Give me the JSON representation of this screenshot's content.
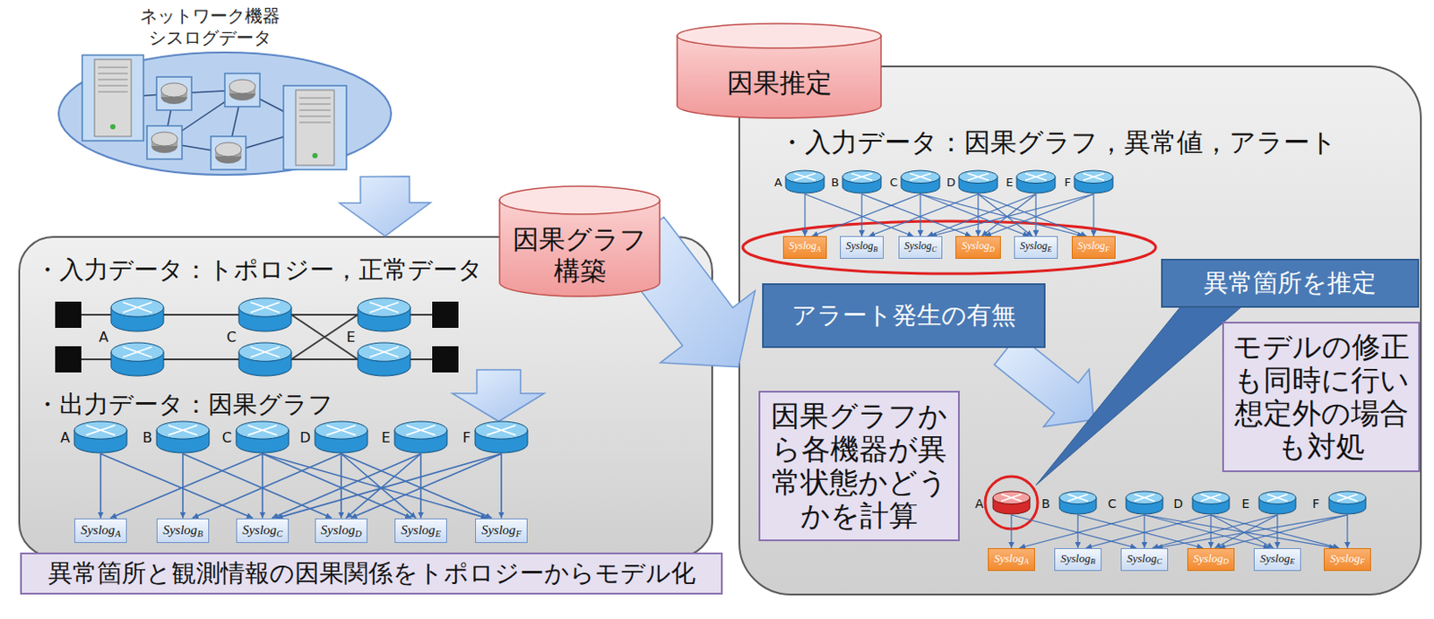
{
  "diagram": {
    "nodes": [
      {
        "text": [
          "ネットワーク機器 シスログデータ"
        ]
      },
      {
        "text": [
          "因果グラフ 構築"
        ]
      },
      {
        "text": [
          "・入力データ：トポロジー，正常データ",
          "・出力データ：因果グラフ"
        ]
      },
      {
        "text": [
          "A"
        ],
        "in": 2
      },
      {
        "text": [
          "B"
        ],
        "in": 2
      },
      {
        "text": [
          "C"
        ],
        "in": 2
      },
      {
        "text": [
          "D"
        ],
        "in": 2
      },
      {
        "text": [
          "E"
        ],
        "in": 2
      },
      {
        "text": [
          "F"
        ],
        "in": 2
      },
      {
        "text": [
          "Syslog",
          "A"
        ],
        "in": 2
      },
      {
        "text": [
          "Syslog",
          "B"
        ],
        "in": 2
      },
      {
        "text": [
          "Syslog",
          "C"
        ],
        "in": 2
      },
      {
        "text": [
          "Syslog",
          "D"
        ],
        "in": 2
      },
      {
        "text": [
          "Syslog",
          "E"
        ],
        "in": 2
      },
      {
        "text": [
          "Syslog",
          "F"
        ],
        "in": 2
      },
      {
        "text": [
          "異常箇所と観測情報の因果関係をトポロジーからモデル化"
        ]
      },
      {
        "text": [
          "因果推定"
        ]
      },
      {
        "text": [
          "・入力データ：因果グラフ，異常値，アラート"
        ]
      },
      {
        "text": [
          "A"
        ],
        "in": 17
      },
      {
        "text": [
          "B"
        ],
        "in": 17
      },
      {
        "text": [
          "C"
        ],
        "in": 17
      },
      {
        "text": [
          "D"
        ],
        "in": 17
      },
      {
        "text": [
          "E"
        ],
        "in": 17
      },
      {
        "text": [
          "F"
        ],
        "in": 17
      },
      {
        "text": [
          "Syslog",
          "A"
        ],
        "in": 17
      },
      {
        "text": [
          "Syslog",
          "B"
        ],
        "in": 17
      },
      {
        "text": [
          "Syslog",
          "C"
        ],
        "in": 17
      },
      {
        "text": [
          "Syslog",
          "D"
        ],
        "in": 17
      },
      {
        "text": [
          "Syslog",
          "E"
        ],
        "in": 17
      },
      {
        "text": [
          "Syslog",
          "F"
        ],
        "in": 17
      },
      {
        "text": [
          "アラート発生の有無"
        ],
        "in": 17
      },
      {
        "text": [
          "異常箇所を推定"
        ],
        "in": 17
      },
      {
        "text": [
          "モデルの修正も同時に行い想定外の場合も対処"
        ],
        "in": 17
      },
      {
        "text": [
          "因果グラフから各機器が異常状態かどうかを計算"
        ],
        "in": 17
      },
      {
        "text": [
          "A"
        ],
        "in": 17
      },
      {
        "text": [
          "B"
        ],
        "in": 17
      },
      {
        "text": [
          "C"
        ],
        "in": 17
      },
      {
        "text": [
          "D"
        ],
        "in": 17
      },
      {
        "text": [
          "E"
        ],
        "in": 17
      },
      {
        "text": [
          "F"
        ],
        "in": 17
      },
      {
        "text": [
          "Syslog",
          "A"
        ],
        "in": 17
      },
      {
        "text": [
          "Syslog",
          "B"
        ],
        "in": 17
      },
      {
        "text": [
          "Syslog",
          "C"
        ],
        "in": 17
      },
      {
        "text": [
          "Syslog",
          "D"
        ],
        "in": 17
      },
      {
        "text": [
          "Syslog",
          "E"
        ],
        "in": 17
      },
      {
        "text": [
          "Syslog",
          "F"
        ],
        "in": 17
      }
    ],
    "edges": [
      {
        "from": 0,
        "to": 2,
        "arrow": "to"
      },
      {
        "from": 2,
        "to": 17,
        "arrow": "to"
      },
      {
        "from": 3,
        "to": 9,
        "arrow": "to"
      },
      {
        "from": 3,
        "to": 11,
        "arrow": "to"
      },
      {
        "from": 4,
        "to": 10,
        "arrow": "to"
      },
      {
        "from": 4,
        "to": 12,
        "arrow": "to"
      },
      {
        "from": 5,
        "to": 9,
        "arrow": "to"
      },
      {
        "from": 5,
        "to": 11,
        "arrow": "to"
      },
      {
        "from": 5,
        "to": 13,
        "arrow": "to"
      },
      {
        "from": 5,
        "to": 14,
        "arrow": "to"
      },
      {
        "from": 6,
        "to": 10,
        "arrow": "to"
      },
      {
        "from": 6,
        "to": 12,
        "arrow": "to"
      },
      {
        "from": 6,
        "to": 13,
        "arrow": "to"
      },
      {
        "from": 6,
        "to": 14,
        "arrow": "to"
      },
      {
        "from": 7,
        "to": 11,
        "arrow": "to"
      },
      {
        "from": 7,
        "to": 12,
        "arrow": "to"
      },
      {
        "from": 7,
        "to": 13,
        "arrow": "to"
      },
      {
        "from": 8,
        "to": 11,
        "arrow": "to"
      },
      {
        "from": 8,
        "to": 12,
        "arrow": "to"
      },
      {
        "from": 8,
        "to": 14,
        "arrow": "to"
      },
      {
        "from": 18,
        "to": 24,
        "arrow": "to"
      },
      {
        "from": 18,
        "to": 26,
        "arrow": "to"
      },
      {
        "from": 19,
        "to": 25,
        "arrow": "to"
      },
      {
        "from": 19,
        "to": 27,
        "arrow": "to"
      },
      {
        "from": 20,
        "to": 24,
        "arrow": "to"
      },
      {
        "from": 20,
        "to": 26,
        "arrow": "to"
      },
      {
        "from": 20,
        "to": 28,
        "arrow": "to"
      },
      {
        "from": 20,
        "to": 29,
        "arrow": "to"
      },
      {
        "from": 21,
        "to": 25,
        "arrow": "to"
      },
      {
        "from": 21,
        "to": 27,
        "arrow": "to"
      },
      {
        "from": 21,
        "to": 28,
        "arrow": "to"
      },
      {
        "from": 21,
        "to": 29,
        "arrow": "to"
      },
      {
        "from": 22,
        "to": 26,
        "arrow": "to"
      },
      {
        "from": 22,
        "to": 27,
        "arrow": "to"
      },
      {
        "from": 22,
        "to": 28,
        "arrow": "to"
      },
      {
        "from": 23,
        "to": 26,
        "arrow": "to"
      },
      {
        "from": 23,
        "to": 27,
        "arrow": "to"
      },
      {
        "from": 23,
        "to": 29,
        "arrow": "to"
      },
      {
        "from": 34,
        "to": 40,
        "arrow": "to"
      },
      {
        "from": 34,
        "to": 42,
        "arrow": "to"
      },
      {
        "from": 35,
        "to": 41,
        "arrow": "to"
      },
      {
        "from": 35,
        "to": 43,
        "arrow": "to"
      },
      {
        "from": 36,
        "to": 40,
        "arrow": "to"
      },
      {
        "from": 36,
        "to": 42,
        "arrow": "to"
      },
      {
        "from": 36,
        "to": 44,
        "arrow": "to"
      },
      {
        "from": 36,
        "to": 45,
        "arrow": "to"
      },
      {
        "from": 37,
        "to": 41,
        "arrow": "to"
      },
      {
        "from": 37,
        "to": 43,
        "arrow": "to"
      },
      {
        "from": 37,
        "to": 44,
        "arrow": "to"
      },
      {
        "from": 37,
        "to": 45,
        "arrow": "to"
      },
      {
        "from": 38,
        "to": 42,
        "arrow": "to"
      },
      {
        "from": 38,
        "to": 43,
        "arrow": "to"
      },
      {
        "from": 38,
        "to": 44,
        "arrow": "to"
      },
      {
        "from": 39,
        "to": 42,
        "arrow": "to"
      },
      {
        "from": 39,
        "to": 43,
        "arrow": "to"
      },
      {
        "from": 39,
        "to": 45,
        "arrow": "to"
      }
    ],
    "labels": [
      "A",
      "C",
      "E"
    ]
  }
}
